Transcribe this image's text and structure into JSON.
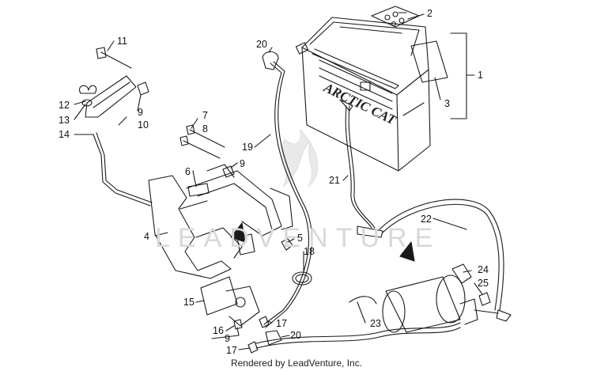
{
  "footer": "Rendered by LeadVenture, Inc.",
  "watermark": "LEADVENTURE",
  "battery_brand": "ARCTIC CAT",
  "callouts": [
    "1",
    "2",
    "3",
    "4",
    "5",
    "6",
    "7",
    "8",
    "9",
    "9",
    "9",
    "10",
    "11",
    "12",
    "13",
    "14",
    "15",
    "16",
    "17",
    "17",
    "18",
    "19",
    "20",
    "20",
    "21",
    "22",
    "23",
    "24",
    "25"
  ],
  "colors": {
    "line": "#1a1a1a",
    "text": "#111111",
    "watermark": "#d8d8d8",
    "background": "#ffffff"
  }
}
